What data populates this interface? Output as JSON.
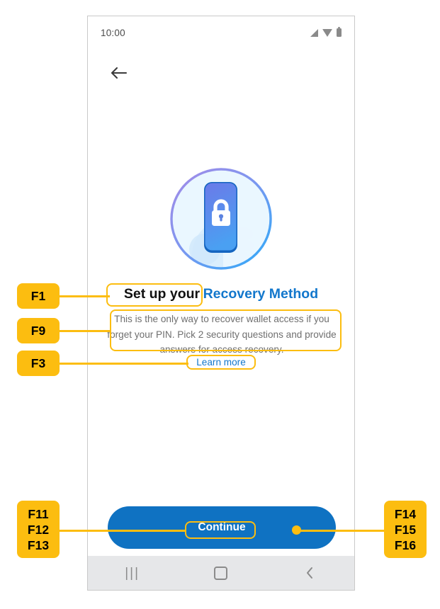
{
  "screen": {
    "status_bar": {
      "time": "10:00",
      "icons": [
        "signal-icon",
        "wifi-icon",
        "battery-icon"
      ]
    },
    "back_button": {
      "icon": "back-arrow-icon"
    },
    "illustration": {
      "name": "phone-lock-in-hand-illustration",
      "ring_gradient_start": "#9b8fe8",
      "ring_gradient_end": "#3da5f5",
      "circle_fill": "#eaf6ff",
      "phone_gradient_start": "#6b7ae8",
      "phone_gradient_end": "#4a9bf0",
      "phone_outline": "#1565c0",
      "lock_color": "#ffffff",
      "hand_color": "#dbeeff"
    },
    "title": {
      "strong": "Set up your",
      "accent": "Recovery Method",
      "accent_color": "#1277cc"
    },
    "body_text": "This is the only way to recover wallet access if you forget your PIN. Pick 2 security questions and provide answers for access recovery.",
    "learn_more": "Learn more",
    "continue_button": {
      "label": "Continue",
      "background": "#0f72c2",
      "text_color": "#ffffff"
    },
    "nav_bar": {
      "recents": "|||",
      "home_icon": "home-square-icon",
      "back_icon": "back-chevron-icon"
    }
  },
  "annotations": {
    "accent_color": "#fcbd10",
    "tags": [
      {
        "id": "tag-f1",
        "lines": [
          "F1"
        ]
      },
      {
        "id": "tag-f9",
        "lines": [
          "F9"
        ]
      },
      {
        "id": "tag-f3",
        "lines": [
          "F3"
        ]
      },
      {
        "id": "tag-f11",
        "lines": [
          "F11",
          "F12",
          "F13"
        ]
      },
      {
        "id": "tag-f14",
        "lines": [
          "F14",
          "F15",
          "F16"
        ]
      }
    ],
    "f1": "F1",
    "f9": "F9",
    "f3": "F3",
    "f11": "F11",
    "f12": "F12",
    "f13": "F13",
    "f14": "F14",
    "f15": "F15",
    "f16": "F16"
  }
}
